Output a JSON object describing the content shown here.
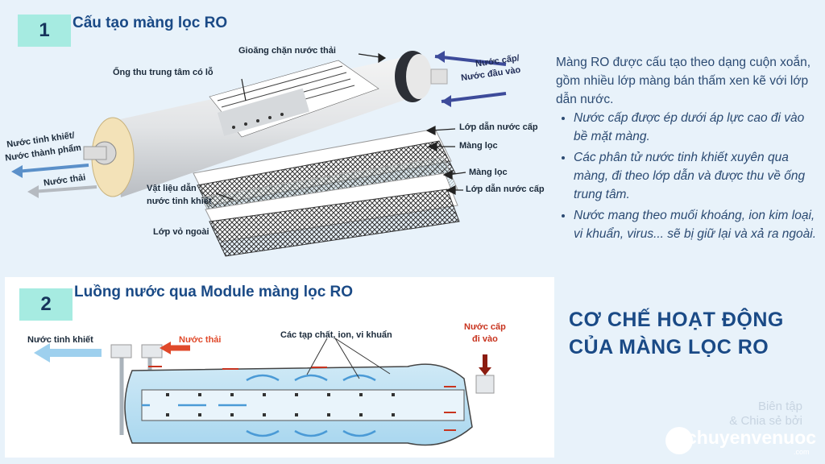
{
  "section1": {
    "number": "1",
    "title": "Cấu tạo màng lọc RO"
  },
  "section2": {
    "number": "2",
    "title": "Luồng nước qua Module màng lọc RO"
  },
  "diagram1_labels": {
    "gasket": "Gioăng chặn nước thải",
    "feed_line1": "Nước cấp/",
    "feed_line2": "Nước đầu vào",
    "center_tube": "Ống thu trung tâm có lỗ",
    "pure_line1": "Nước tinh khiết/",
    "pure_line2": "Nước thành phẩm",
    "waste": "Nước thải",
    "feed_spacer_top": "Lớp dẫn nước cấp",
    "membrane_top": "Màng lọc",
    "permeate_line1": "Vật liệu dẫn",
    "permeate_line2": "nước tinh khiết",
    "membrane_bottom": "Màng lọc",
    "feed_spacer_bottom": "Lớp dẫn nước cấp",
    "outer_shell": "Lớp vỏ ngoài"
  },
  "diagram2_labels": {
    "pure": "Nước tinh khiết",
    "waste": "Nước thải",
    "impurities": "Các tạp chất, ion, vi khuẩn",
    "feed_line1": "Nước cấp",
    "feed_line2": "đi vào"
  },
  "description": {
    "intro": "Màng RO được cấu tạo theo dạng cuộn xoắn, gồm nhiều lớp màng bán thấm xen kẽ với lớp dẫn nước.",
    "bullets": [
      "Nước cấp được ép dưới áp lực cao đi vào bề mặt màng.",
      "Các phân tử nước tinh khiết xuyên qua màng, đi theo lớp dẫn và được thu về ống trung tâm.",
      "Nước mang theo muối khoáng, ion kim loại, vi khuẩn, virus... sẽ bị giữ lại và xả ra ngoài."
    ]
  },
  "heading": {
    "line1": "CƠ CHẾ HOẠT ĐỘNG",
    "line2": "CỦA MÀNG LỌC RO"
  },
  "credit": {
    "line1": "Biên tập",
    "line2": "& Chia sẻ bởi",
    "brand": "chuyenvenuoc",
    "brand_suffix": ".com"
  },
  "colors": {
    "accent_blue": "#1a4a86",
    "badge": "#a6ebe1",
    "waste_red": "#e0492a",
    "pure_blue": "#7fc6ec",
    "background": "#e8f2fa"
  }
}
